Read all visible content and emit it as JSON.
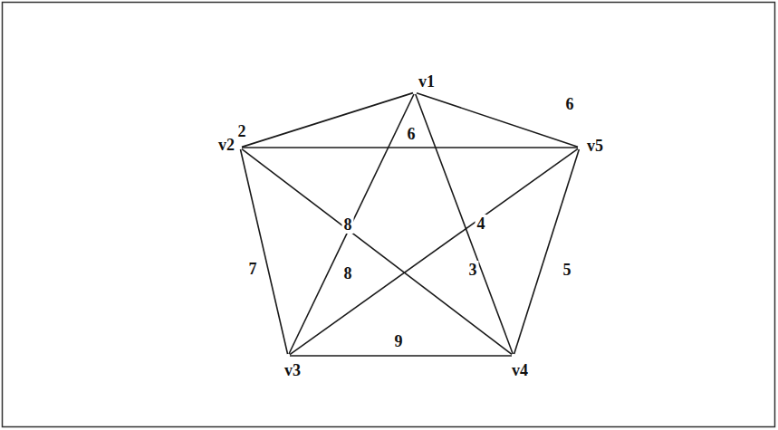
{
  "diagram": {
    "nodes": [
      {
        "text": [
          "v1"
        ]
      },
      {
        "text": [
          "v2"
        ]
      },
      {
        "text": [
          "v3"
        ]
      },
      {
        "text": [
          "v4"
        ]
      },
      {
        "text": [
          "v5"
        ]
      }
    ],
    "edges": [
      {
        "from": 0,
        "to": 1,
        "arrow": "none",
        "label": "2"
      },
      {
        "from": 0,
        "to": 4,
        "arrow": "none",
        "label": "6"
      },
      {
        "from": 1,
        "to": 4,
        "arrow": "none",
        "label": "6"
      },
      {
        "from": 0,
        "to": 2,
        "arrow": "none",
        "label": "8"
      },
      {
        "from": 1,
        "to": 3,
        "arrow": "none",
        "label": "8"
      },
      {
        "from": 0,
        "to": 3,
        "arrow": "none",
        "label": "4"
      },
      {
        "from": 2,
        "to": 4,
        "arrow": "none",
        "label": "3"
      },
      {
        "from": 1,
        "to": 2,
        "arrow": "none",
        "label": "7"
      },
      {
        "from": 3,
        "to": 4,
        "arrow": "none",
        "label": "5"
      },
      {
        "from": 2,
        "to": 3,
        "arrow": "none",
        "label": "9"
      }
    ]
  }
}
